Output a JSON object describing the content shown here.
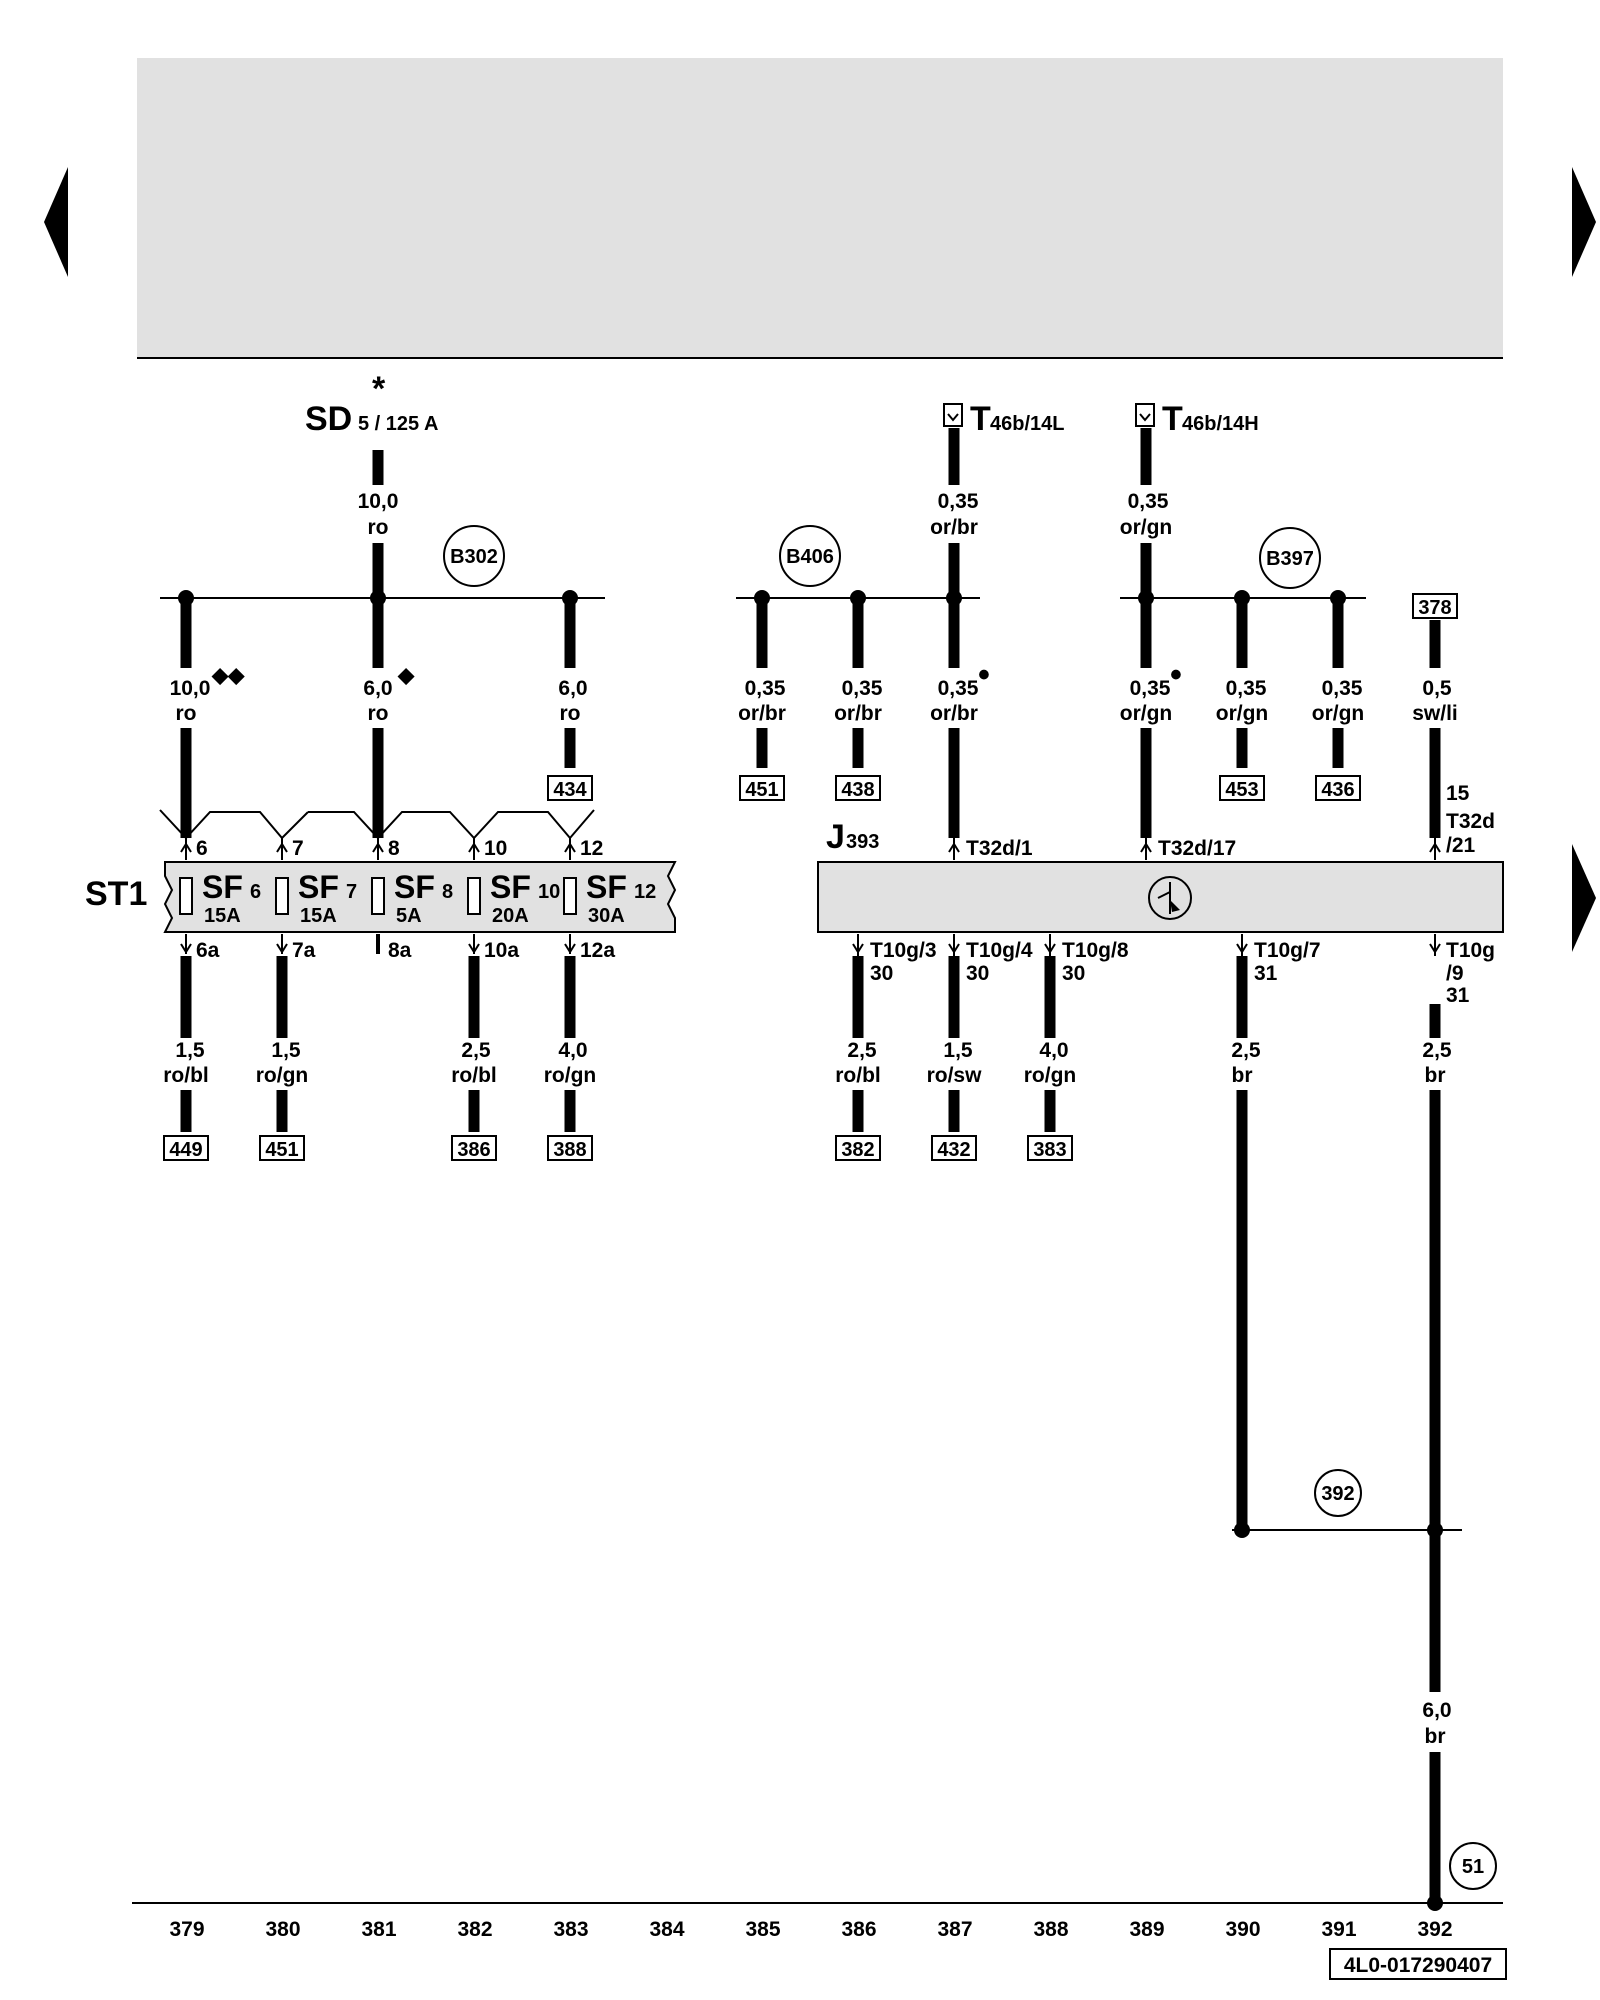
{
  "nav": {
    "prev_label": "previous page",
    "next_label": "next page",
    "next2_label": "next page"
  },
  "header": {
    "fill": "#e1e1e1"
  },
  "sd": {
    "name": "SD",
    "sub": "5 / 125 A",
    "star": "*"
  },
  "st1": {
    "name": "ST1"
  },
  "j393": {
    "name": "J",
    "sub": "393"
  },
  "connectors": {
    "c1": {
      "name": "T",
      "sub": "46b/14L"
    },
    "c2": {
      "name": "T",
      "sub": "46b/14H"
    }
  },
  "splices": [
    "B302",
    "B406",
    "B397",
    "392"
  ],
  "ground": "51",
  "fuses": [
    {
      "name": "SF",
      "num": "6",
      "amp": "15A",
      "in": "6",
      "out": "6a"
    },
    {
      "name": "SF",
      "num": "7",
      "amp": "15A",
      "in": "7",
      "out": "7a"
    },
    {
      "name": "SF",
      "num": "8",
      "amp": "5A",
      "in": "8",
      "out": "8a"
    },
    {
      "name": "SF",
      "num": "10",
      "amp": "20A",
      "in": "10",
      "out": "10a"
    },
    {
      "name": "SF",
      "num": "12",
      "amp": "30A",
      "in": "12",
      "out": "12a"
    }
  ],
  "wires": {
    "w_sd_gauge": "10,0",
    "w_sd_col": "ro",
    "w379_gauge": "10,0",
    "w379_col": "ro",
    "w379_mark": "◆◆",
    "w381_gauge": "6,0",
    "w381_col": "ro",
    "w381_mark": "◆",
    "w383_gauge": "6,0",
    "w383_col": "ro",
    "w385_gauge": "0,35",
    "w385_col": "or/br",
    "w386_gauge": "0,35",
    "w386_col": "or/br",
    "w387_top_gauge": "0,35",
    "w387_top_col": "or/br",
    "w387_gauge": "0,35",
    "w387_col": "or/br",
    "w387_mark": "•",
    "w389_top_gauge": "0,35",
    "w389_top_col": "or/gn",
    "w389_gauge": "0,35",
    "w389_col": "or/gn",
    "w389_mark": "•",
    "w390_gauge": "0,35",
    "w390_col": "or/gn",
    "w391_gauge": "0,35",
    "w391_col": "or/gn",
    "w392_gauge": "0,5",
    "w392_col": "sw/li",
    "o379_gauge": "1,5",
    "o379_col": "ro/bl",
    "o380_gauge": "1,5",
    "o380_col": "ro/gn",
    "o382_gauge": "2,5",
    "o382_col": "ro/bl",
    "o383_gauge": "4,0",
    "o383_col": "ro/gn",
    "o386_gauge": "2,5",
    "o386_col": "ro/bl",
    "o387_gauge": "1,5",
    "o387_col": "ro/sw",
    "o388_gauge": "4,0",
    "o388_col": "ro/gn",
    "o390_gauge": "2,5",
    "o390_col": "br",
    "o392_gauge": "2,5",
    "o392_col": "br",
    "g392_gauge": "6,0",
    "g392_col": "br"
  },
  "refs": {
    "r434": "434",
    "r451a": "451",
    "r438": "438",
    "r453": "453",
    "r436": "436",
    "r378": "378",
    "r449": "449",
    "r451b": "451",
    "r386": "386",
    "r388": "388",
    "r382": "382",
    "r432": "432",
    "r383": "383"
  },
  "pins": {
    "p387": "T32d/1",
    "p389": "T32d/17",
    "p392a": "15",
    "p392b": "T32d",
    "p392c": "/21",
    "q386a": "T10g/3",
    "q386b": "30",
    "q387a": "T10g/4",
    "q387b": "30",
    "q388a": "T10g/8",
    "q388b": "30",
    "q390a": "T10g/7",
    "q390b": "31",
    "q392a": "T10g",
    "q392b": "/9",
    "q392c": "31"
  },
  "columns": [
    "379",
    "380",
    "381",
    "382",
    "383",
    "384",
    "385",
    "386",
    "387",
    "388",
    "389",
    "390",
    "391",
    "392"
  ],
  "doc_id": "4L0-017290407"
}
